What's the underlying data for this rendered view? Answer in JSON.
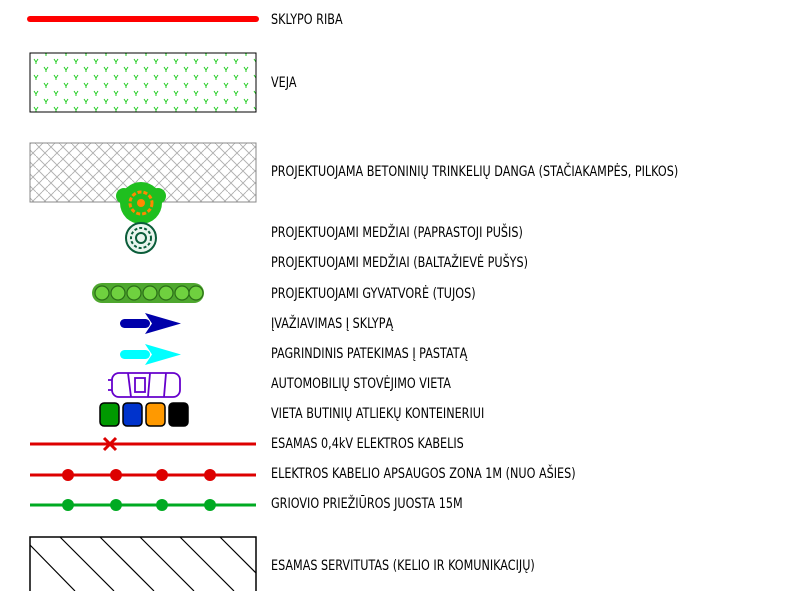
{
  "legend": {
    "items": [
      {
        "symbol": "red-boundary-line",
        "label": "SKLYPO RIBA"
      },
      {
        "symbol": "lawn-hatch",
        "label": "VEJA"
      },
      {
        "symbol": "paving-hatch",
        "label": "PROJEKTUOJAMA BETONINIŲ TRINKELIŲ DANGA (STAČIAKAMPĖS, PILKOS)"
      },
      {
        "symbol": "pine-tree-icon",
        "label": "PROJEKTUOJAMI MEDŽIAI (PAPRASTOJI PUŠIS)"
      },
      {
        "symbol": "white-pine-icon",
        "label": "PROJEKTUOJAMI MEDŽIAI (BALTAŽIEVĖ PUŠYS)"
      },
      {
        "symbol": "hedge-icon",
        "label": "PROJEKTUOJAMI GYVATVORĖ (TUJOS)"
      },
      {
        "symbol": "entry-arrow-icon",
        "label": "ĮVAŽIAVIMAS Į SKLYPĄ"
      },
      {
        "symbol": "main-entrance-arrow-icon",
        "label": "PAGRINDINIS PATEKIMAS Į PASTATĄ"
      },
      {
        "symbol": "car-icon",
        "label": "AUTOMOBILIŲ STOVĖJIMO VIETA"
      },
      {
        "symbol": "waste-container-icons",
        "label": "VIETA BUTINIŲ ATLIEKŲ KONTEINERIUI"
      },
      {
        "symbol": "cable-line-cross",
        "label": "ESAMAS 0,4kV ELEKTROS KABELIS"
      },
      {
        "symbol": "cable-protection-line",
        "label": "ELEKTROS KABELIO APSAUGOS ZONA 1M  (NUO AŠIES)"
      },
      {
        "symbol": "ditch-maintenance-line",
        "label": "GRIOVIO PRIEŽIŪROS JUOSTA 15M"
      },
      {
        "symbol": "servitude-hatch",
        "label": "ESAMAS SERVITUTAS (KELIO IR KOMUNIKACIJŲ)"
      }
    ]
  },
  "colors": {
    "boundary": "#ff0000",
    "lawn": "#22cc22",
    "entry_arrow": "#0000aa",
    "entrance_arrow": "#00ffff",
    "car": "#6600cc",
    "container_green": "#009900",
    "container_blue": "#0033cc",
    "container_orange": "#ff9900",
    "container_black": "#000000",
    "cable": "#dd0000",
    "ditch": "#00aa22"
  }
}
